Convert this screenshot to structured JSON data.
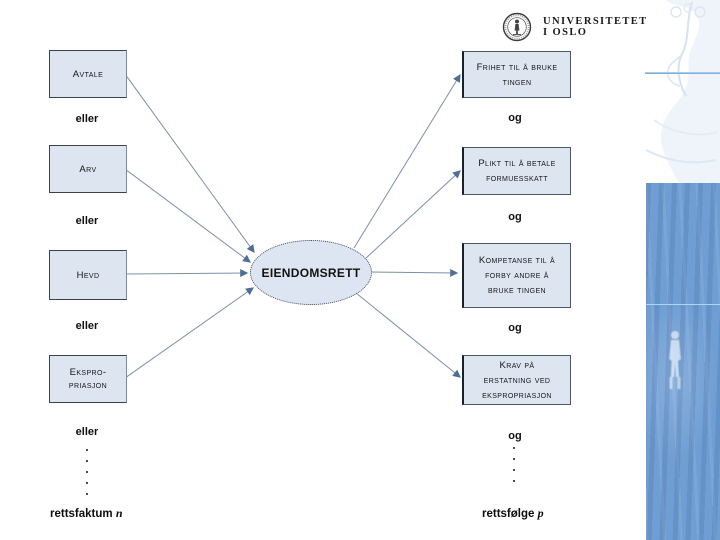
{
  "logo": {
    "name_line1": "UNIVERSITETET",
    "name_line2": "I OSLO"
  },
  "diagram": {
    "center_label": "EIENDOMSRETT",
    "eller": "eller",
    "og": "og",
    "left_boxes": [
      {
        "line1": "Avtale"
      },
      {
        "line1": "Arv"
      },
      {
        "line1": "Hevd"
      },
      {
        "line1": "Ekspro-",
        "line2": "priasjon"
      }
    ],
    "right_boxes": [
      {
        "line1": "Frihet til å bruke",
        "line2": "tingen"
      },
      {
        "line1": "Plikt til å betale",
        "line2": "formuesskatt"
      },
      {
        "line1": "Kompetanse til å",
        "line2": "forby andre å",
        "line3": "bruke tingen"
      },
      {
        "line1": "Krav på",
        "line2": "erstatning ved",
        "line3": "ekspropriasjon"
      }
    ],
    "footer_left_label": "rettsfaktum",
    "footer_left_var": "n",
    "footer_right_label": "rettsfølge",
    "footer_right_var": "p"
  },
  "colors": {
    "box_fill": "#dde5f1",
    "box_border": "#39434f",
    "connector_line": "#7b8fa9",
    "arrowhead": "#4f6d99",
    "sidebar_blue": "#6f9ed4",
    "divider_blue": "#7fb0de"
  }
}
